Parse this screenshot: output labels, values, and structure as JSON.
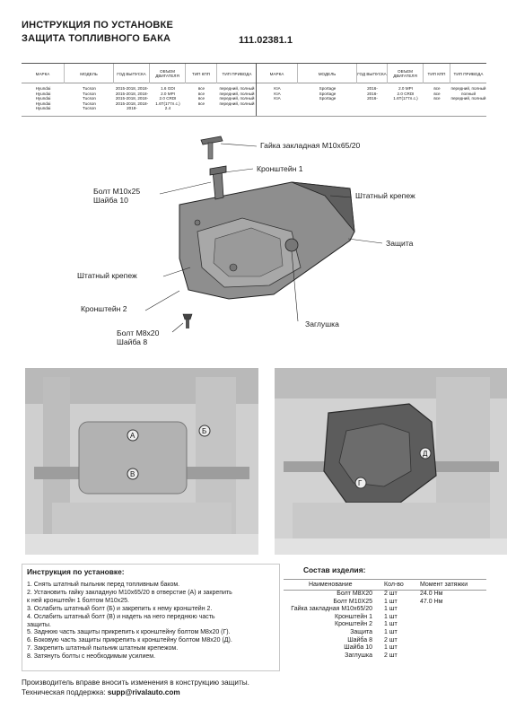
{
  "header": {
    "title_line1": "ИНСТРУКЦИЯ ПО УСТАНОВКЕ",
    "title_line2": "ЗАЩИТА ТОПЛИВНОГО БАКА",
    "article": "111.02381.1"
  },
  "compat_table": {
    "headers": [
      "МАРКА",
      "МОДЕЛЬ",
      "ГОД ВЫПУСКА",
      "ОБЪЕМ ДВИГАТЕЛЯ",
      "ТИП КПП",
      "ТИП ПРИВОДА"
    ],
    "left": {
      "brand": [
        "Hyundai",
        "Hyundai",
        "Hyundai",
        "Hyundai",
        "Hyundai"
      ],
      "model": [
        "Tucson",
        "Tucson",
        "Tucson",
        "Tucson",
        "Tucson"
      ],
      "year": [
        "2015-2018, 2018-",
        "2015-2018, 2018-",
        "2015-2018, 2018-",
        "2015-2018, 2018-",
        "2018-"
      ],
      "engine": [
        "1.6 GDI",
        "2.0 MPI",
        "2.0 CRDI",
        "1.6T(177л.с.)",
        "2.4"
      ],
      "gearbox": [
        "все",
        "все",
        "все",
        "все",
        ""
      ],
      "drive": [
        "передний, полный",
        "передний, полный",
        "передний, полный",
        "передний, полный",
        ""
      ]
    },
    "right": {
      "brand": [
        "KIA",
        "KIA",
        "KIA"
      ],
      "model": [
        "Sportage",
        "Sportage",
        "Sportage"
      ],
      "year": [
        "2016-",
        "2016-",
        "2016-"
      ],
      "engine": [
        "2.0 MPI",
        "2.0 CRDI",
        "1.6T(177л.с.)"
      ],
      "gearbox": [
        "все",
        "все",
        "все"
      ],
      "drive": [
        "передний, полный",
        "полный",
        "передний, полный"
      ]
    }
  },
  "diagram": {
    "labels": {
      "nut": "Гайка закладная М10х65/20",
      "bracket1": "Кронштейн 1",
      "bolt_m10_line1": "Болт М10х25",
      "bolt_m10_line2": "Шайба 10",
      "standard_mount_right": "Штатный крепеж",
      "shield": "Защита",
      "standard_mount_left": "Штатный крепеж",
      "bracket2": "Кронштейн 2",
      "plug": "Заглушка",
      "bolt_m8_line1": "Болт М8х20",
      "bolt_m8_line2": "Шайба 8"
    }
  },
  "photos": {
    "left_marks": [
      "А",
      "Б",
      "В"
    ],
    "right_marks": [
      "Г",
      "Д"
    ]
  },
  "instructions": {
    "title": "Инструкция по установке:",
    "steps": [
      "1. Снять штатный пыльник перед топливным баком.",
      "2. Установить гайку закладную М10х65/20 в отверстие (А) и закрепить",
      "к ней кронштейн 1 болтом М10х25.",
      "3. Ослабить штатный болт (Б) и закрепить к нему кронштейн 2.",
      "4. Ослабить штатный болт (В) и надеть на него переднюю часть",
      "защиты.",
      "5. Заднюю часть защиты прикрепить к кронштейну болтом М8х20 (Г).",
      "6. Боковую часть защиты прикрепить к кронштейну болтом М8х20 (Д).",
      "7. Закрепить штатный пыльник штатным крепежом.",
      "8. Затянуть болты с необходимым усилием."
    ]
  },
  "parts": {
    "title": "Состав изделия:",
    "col_name": "Наименование",
    "col_qty": "Кол-во",
    "col_torque": "Момент затяжки",
    "rows": [
      {
        "name": "Болт М8Х20",
        "qty": "2 шт",
        "torque": "24.0 Нм"
      },
      {
        "name": "Болт М10Х25",
        "qty": "1 шт",
        "torque": "47.0 Нм"
      },
      {
        "name": "Гайка закладная М10х65/20",
        "qty": "1 шт",
        "torque": ""
      },
      {
        "name": "Кронштейн 1",
        "qty": "1 шт",
        "torque": ""
      },
      {
        "name": "Кронштейн 2",
        "qty": "1 шт",
        "torque": ""
      },
      {
        "name": "Защита",
        "qty": "1 шт",
        "torque": ""
      },
      {
        "name": "Шайба 8",
        "qty": "2 шт",
        "torque": ""
      },
      {
        "name": "Шайба 10",
        "qty": "1 шт",
        "torque": ""
      },
      {
        "name": "Заглушка",
        "qty": "2 шт",
        "torque": ""
      }
    ]
  },
  "footer": {
    "line1": "Производитель вправе вносить изменения в конструкцию защиты.",
    "support_label": "Техническая поддержка:",
    "support_email": "supp@rivalauto.com"
  },
  "colors": {
    "shield": "#8e8e8e",
    "shield_dark": "#5f5f5f",
    "line": "#222222",
    "table_border": "#999999"
  }
}
